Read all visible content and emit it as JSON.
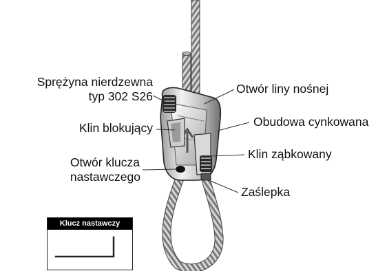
{
  "labels": {
    "spring_line1": "Sprężyna nierdzewna",
    "spring_line2": "typ 302 S26",
    "locking_wedge": "Klin blokujący",
    "key_hole_line1": "Otwór klucza",
    "key_hole_line2": "nastawczego",
    "rope_hole": "Otwór liny nośnej",
    "housing": "Obudowa cynkowana",
    "serrated_wedge": "Klin ząbkowany",
    "end_cap": "Zaślepka"
  },
  "key_box": {
    "title": "Klucz nastawczy"
  }
}
